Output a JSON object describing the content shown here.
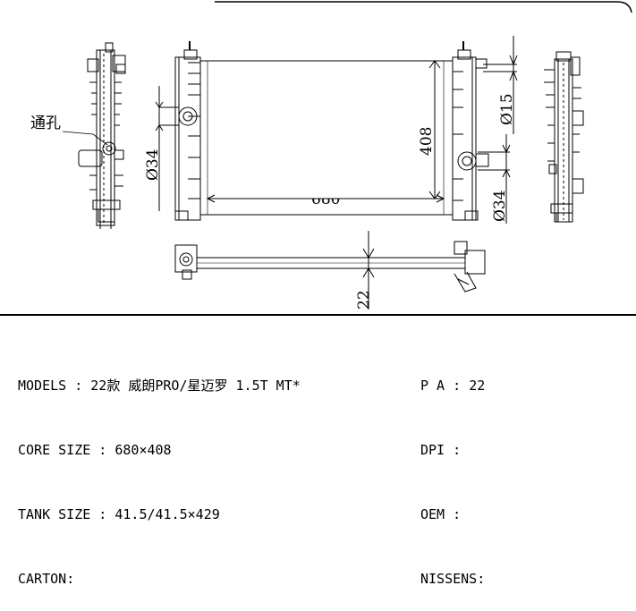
{
  "dimensions": {
    "width": "408",
    "length": "680",
    "inlet_diameter": "Ø34",
    "outlet_diameter": "Ø34",
    "pipe_diameter": "Ø15",
    "depth": "22",
    "hole_label": "通孔"
  },
  "specs_left": [
    {
      "label": "MODELS",
      "sep": " : ",
      "value": "22款 威朗PRO/星迈罗 1.5T MT*"
    },
    {
      "label": "CORE SIZE",
      "sep": " : ",
      "value": "680×408"
    },
    {
      "label": "TANK SIZE",
      "sep": " : ",
      "value": "41.5/41.5×429"
    },
    {
      "label": "CARTON",
      "sep": ":",
      "value": ""
    }
  ],
  "specs_right": [
    {
      "label": "P A",
      "sep": " : ",
      "value": "22"
    },
    {
      "label": "DPI",
      "sep": " : ",
      "value": ""
    },
    {
      "label": "OEM",
      "sep": " : ",
      "value": ""
    },
    {
      "label": "NISSENS",
      "sep": ":",
      "value": ""
    }
  ]
}
